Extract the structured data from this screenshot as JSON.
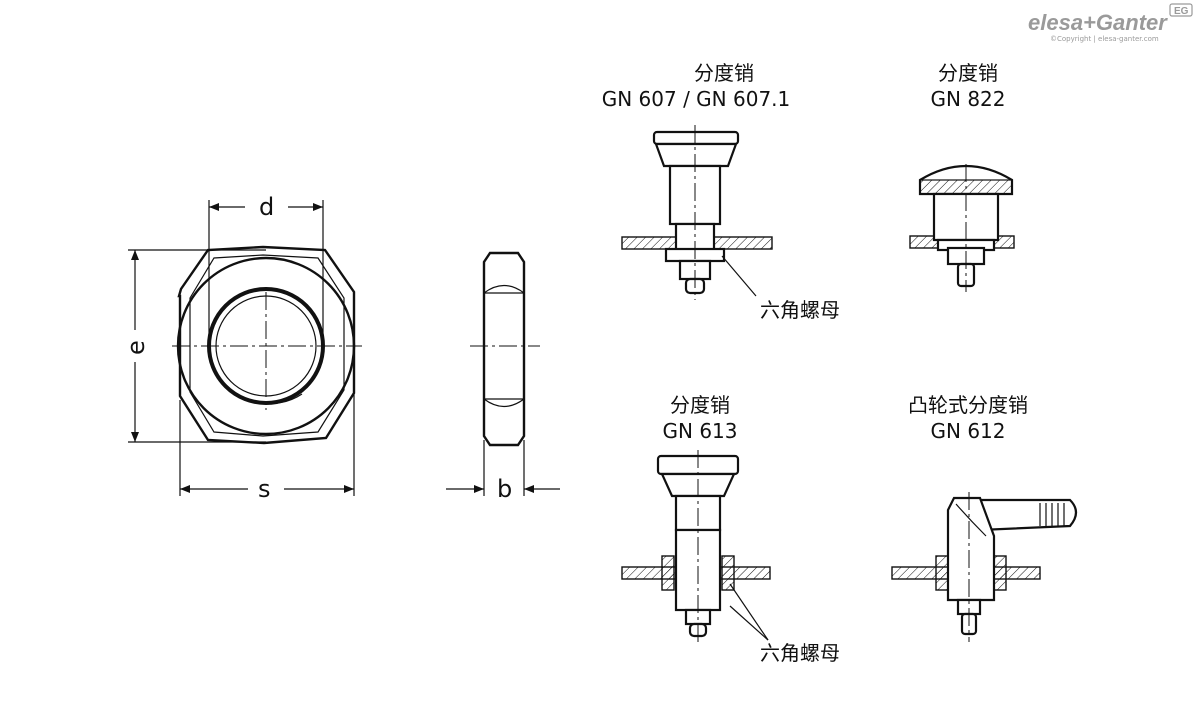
{
  "logo": {
    "brand": "elesa+Ganter",
    "badge": "EG",
    "copyright": "©Copyright | elesa-ganter.com"
  },
  "dimensions": {
    "d": "d",
    "e": "e",
    "s": "s",
    "b": "b"
  },
  "pins": [
    {
      "title": "分度销",
      "model": "GN 607 / GN 607.1"
    },
    {
      "title": "分度销",
      "model": "GN 822"
    },
    {
      "title": "分度销",
      "model": "GN 613"
    },
    {
      "title": "凸轮式分度销",
      "model": "GN 612"
    }
  ],
  "callouts": {
    "hex_nut_top": "六角螺母",
    "hex_nut_bottom": "六角螺母"
  }
}
